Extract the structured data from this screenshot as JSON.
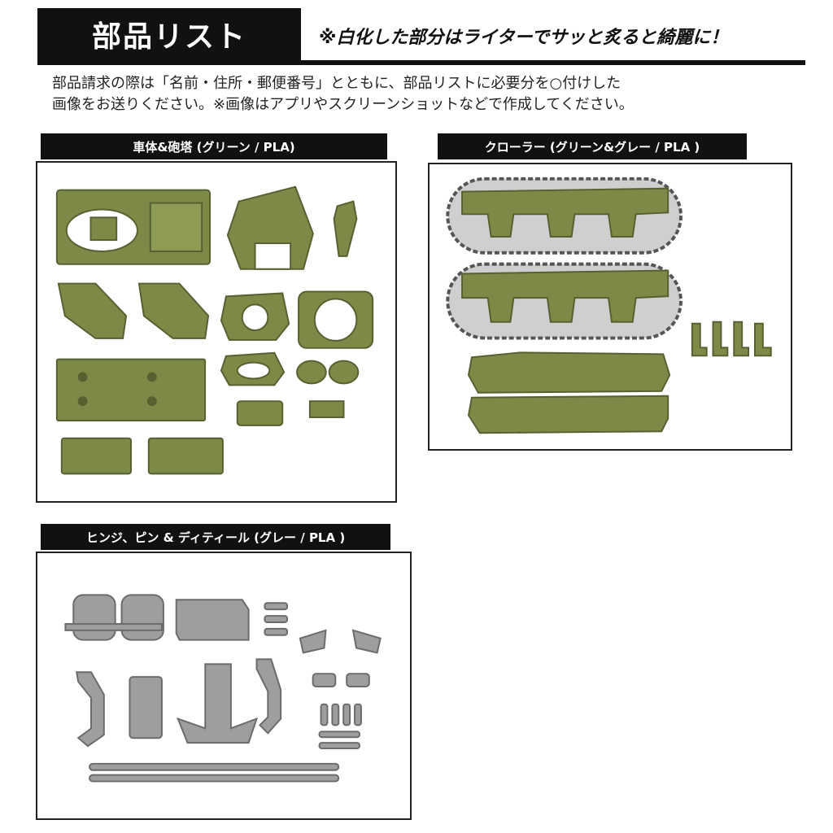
{
  "header": {
    "title": "部品リスト",
    "tip": "※白化した部分はライターでサッと炙ると綺麗に！"
  },
  "intro": {
    "line1": "部品請求の際は「名前・住所・郵便番号」とともに、部品リストに必要分を○付けした",
    "line2": "画像をお送りください。※画像はアプリやスクリーンショットなどで作成してください。"
  },
  "sections": {
    "body_turret": {
      "label": "車体&砲塔 (グリーン / PLA)",
      "color": "#7d8a47"
    },
    "crawler": {
      "label": "クローラー (グリーン&グレー / PLA )",
      "color": "#7d8a47",
      "track_color": "#9a9a9a"
    },
    "hinges": {
      "label": "ヒンジ、ピン & ディティール (グレー / PLA )",
      "color": "#9e9e9e"
    }
  },
  "colors": {
    "green": "#7d8a47",
    "green_dark": "#566031",
    "gray": "#9e9e9e",
    "gray_dark": "#6b6b6b"
  }
}
